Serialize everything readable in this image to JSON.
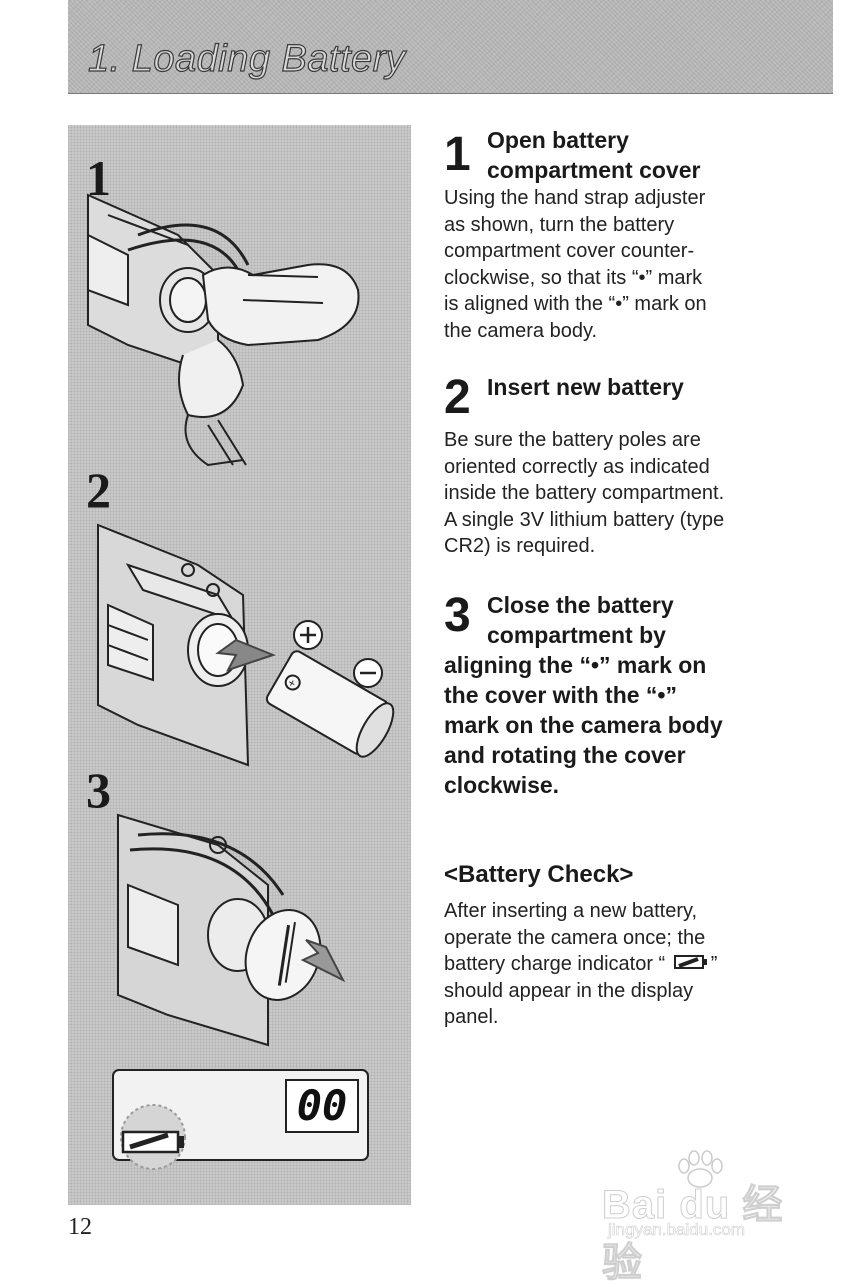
{
  "header": {
    "title": "1. Loading Battery"
  },
  "illustration": {
    "labels": [
      "1",
      "2",
      "3"
    ],
    "lcd_counter": "00"
  },
  "steps": [
    {
      "number": "1",
      "title_line1": "Open battery",
      "title_line2": "compartment cover",
      "lines": [
        "Using the hand strap adjuster",
        "as shown, turn the battery",
        "compartment cover counter-",
        "clockwise, so that its “•” mark",
        "is aligned with the “•” mark on",
        "the camera body."
      ]
    },
    {
      "number": "2",
      "title_line1": "Insert new battery",
      "lines": [
        "Be sure the battery poles are",
        "oriented correctly as indicated",
        "inside the battery compartment.",
        "A single 3V lithium battery (type",
        "CR2) is required."
      ]
    },
    {
      "number": "3",
      "title_line1": "Close the battery",
      "title_line2": "compartment by",
      "title_lines": [
        "aligning the “•” mark on",
        "the cover with the “•”",
        "mark on the camera body",
        "and rotating the cover",
        "clockwise."
      ]
    }
  ],
  "battery_check": {
    "heading": "<Battery Check>",
    "lines": [
      "After inserting a new battery,",
      "operate the camera once; the",
      "battery charge indicator “",
      "should appear in the display",
      "panel."
    ],
    "line3_close": "”"
  },
  "page_number": "12",
  "watermark": {
    "main": "Bai du 经验",
    "sub": "jingyan.baidu.com"
  }
}
